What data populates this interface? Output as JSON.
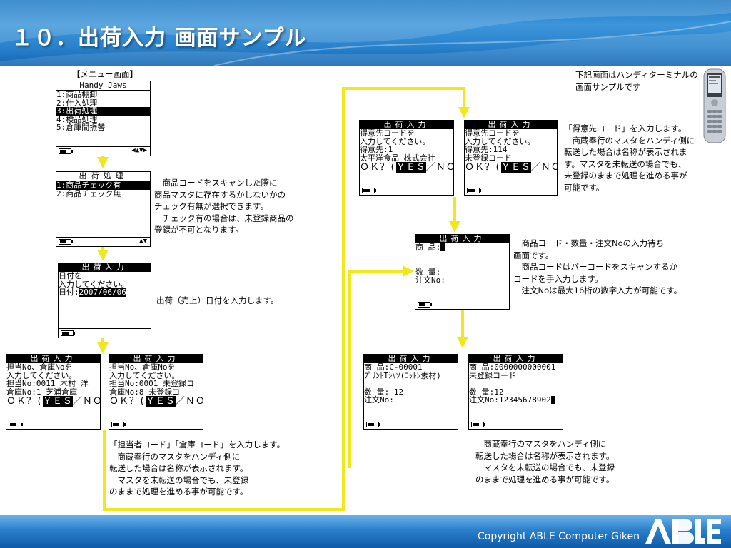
{
  "page": {
    "title": "１０．出荷入力 画面サンプル"
  },
  "footer": {
    "copyright": "Copyright ABLE Computer Giken",
    "logo_text": "ABLE"
  },
  "menu_caption": "【メニュー画面】",
  "screens": {
    "menu": {
      "title": "Handy Jaws",
      "lines": [
        "1:商品棚卸",
        "2:仕入処理",
        "3:出荷処理",
        "4:検品処理",
        "5:倉庫間振替"
      ],
      "highlight": 2
    },
    "shipping_process": {
      "title": "出荷処理",
      "lines": [
        "1:商品チェック有",
        "2:商品チェック無"
      ],
      "highlight": 0
    },
    "date_entry": {
      "title": "出荷入力",
      "lines": [
        "日付を",
        "入力してください。"
      ],
      "date_label": "日付:",
      "date_value": "2007/06/06"
    },
    "staff_1": {
      "title": "出荷入力",
      "lines": [
        "担当No、倉庫Noを",
        "入力してください。",
        "担当No:0011 木村 洋",
        "倉庫No:1    芝浦倉庫"
      ],
      "confirm": {
        "pre": "ＯＫ？(",
        "yes": "ＹＥＳ",
        "post": "／ＮＯ)"
      }
    },
    "staff_2": {
      "title": "出荷入力",
      "lines": [
        "担当No、倉庫Noを",
        "入力してください。",
        "担当No:0001 未登録コ",
        "倉庫No:8    未登録コ"
      ],
      "confirm": {
        "pre": "ＯＫ？(",
        "yes": "ＹＥＳ",
        "post": "／ＮＯ)"
      }
    },
    "customer_1": {
      "title": "出荷入力",
      "lines": [
        "得意先コードを",
        "入力してください。",
        "得意先:1",
        "太平洋食品  株式会社"
      ],
      "confirm": {
        "pre": "ＯＫ？(",
        "yes": "ＹＥＳ",
        "post": "／ＮＯ)"
      }
    },
    "customer_2": {
      "title": "出荷入力",
      "lines": [
        "得意先コードを",
        "入力してください。",
        "得意先:114",
        "未登録コード"
      ],
      "confirm": {
        "pre": "ＯＫ？(",
        "yes": "ＹＥＳ",
        "post": "／ＮＯ)"
      }
    },
    "product_wait": {
      "title": "出荷入力",
      "product_label": "商 品:",
      "lines": [
        "",
        "",
        "数  量:",
        "注文No:"
      ]
    },
    "product_1": {
      "title": "出荷入力",
      "lines": [
        "商 品:C-00001",
        "ﾌﾟﾘﾝﾄTｼｬﾂ(ｺｯﾄﾝ素材)",
        "",
        "数 量: 12",
        "注文No:"
      ]
    },
    "product_2": {
      "title": "出荷入力",
      "lines": [
        "商 品:0000000000001",
        "未登録コード",
        "",
        "数 量:12"
      ],
      "order_label": "注文No:",
      "order_value": "12345678902"
    }
  },
  "notes": {
    "handy": "下記画面はハンディターミナルの\n画面サンプルです",
    "check": "　商品コードをスキャンした際に\n商品マスタに存在するかしないかの\nチェック有無が選択できます。\n　チェック有の場合は、未登録商品の\n登録が不可となります。",
    "date": "出荷（売上）日付を入力します。",
    "staff": "「担当者コード」「倉庫コード」を入力します。\n　商蔵奉行のマスタをハンディ側に\n転送した場合は名称が表示されます。\n　マスタを未転送の場合でも、未登録\nのままで処理を進める事が可能です。",
    "customer": "「得意先コード」を入力します。\n　商蔵奉行のマスタをハンディ側に\n転送した場合は名称が表示されま\nす。マスタを未転送の場合でも、\n未登録のままで処理を進める事が\n可能です。",
    "product_wait": "　商品コード・数量・注文Noの入力待ち\n画面です。\n　商品コードはバーコードをスキャンするか\nコードを手入力します。\n　注文Noは最大16桁の数字入力が可能です。",
    "product": "　商蔵奉行のマスタをハンディ側に\n転送した場合は名称が表示されます。\n　マスタを未転送の場合でも、未登録\nのままで処理を進める事が可能です。"
  },
  "colors": {
    "header": "#2a83cc",
    "arrow": "#f0e81c",
    "footer": "#1366b3"
  }
}
